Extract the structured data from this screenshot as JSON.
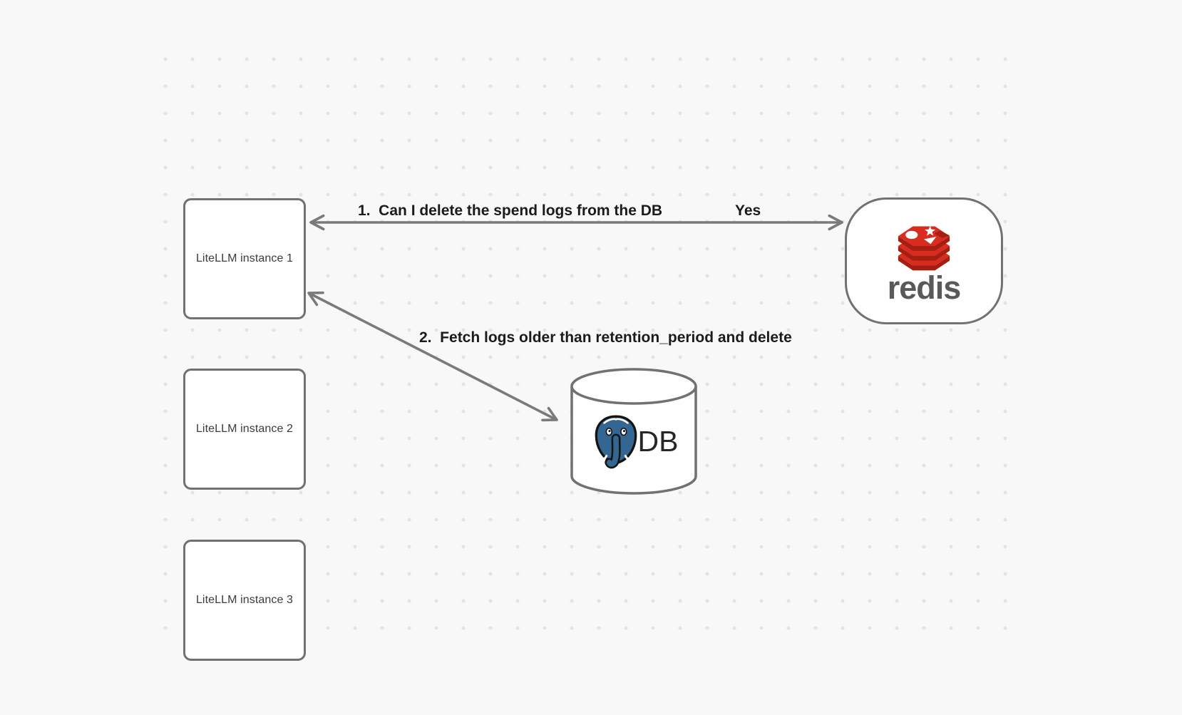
{
  "diagram": {
    "nodes": {
      "instance1": {
        "label": "LiteLLM instance 1"
      },
      "instance2": {
        "label": "LiteLLM instance 2"
      },
      "instance3": {
        "label": "LiteLLM instance 3"
      },
      "redis": {
        "wordmark": "redis"
      },
      "database": {
        "label": "DB"
      }
    },
    "arrows": {
      "arrow1": {
        "label": "1.  Can I delete the spend logs from the DB",
        "answer": "Yes",
        "from": "redis",
        "to": "instance1",
        "style": "double-headed horizontal"
      },
      "arrow2": {
        "label": "2.  Fetch logs older than retention_period and delete",
        "from": "instance1",
        "to": "database",
        "style": "double-headed diagonal"
      }
    },
    "colors": {
      "background": "#f8f8f8",
      "dot": "#e3e3e3",
      "node_border": "#717171",
      "arrow": "#7a7a7a",
      "label_text": "#1b1b1b",
      "node_text": "#3c3c3c",
      "redis_red": "#d82c20",
      "redis_dark_red": "#a41e11",
      "redis_wordmark": "#58595a",
      "postgres_blue": "#336791",
      "db_text": "#262626"
    }
  }
}
